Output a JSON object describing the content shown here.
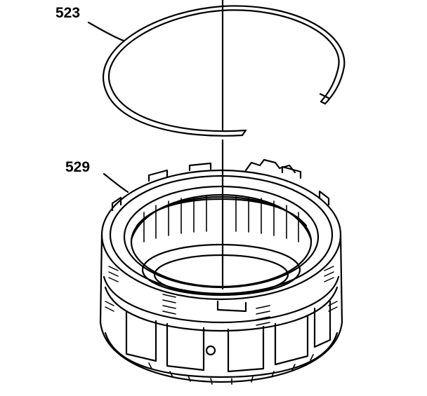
{
  "diagram": {
    "callouts": [
      {
        "id": "callout-523",
        "text": "523"
      },
      {
        "id": "callout-529",
        "text": "529"
      }
    ],
    "parts": [
      {
        "callout": "523",
        "kind": "snap-ring"
      },
      {
        "callout": "529",
        "kind": "clutch-housing"
      }
    ],
    "colors": {
      "line": "#000000",
      "background": "#ffffff"
    }
  }
}
